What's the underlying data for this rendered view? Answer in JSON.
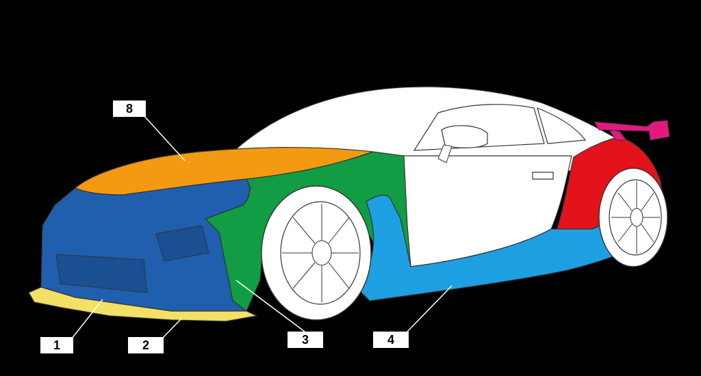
{
  "colors": {
    "background": "#000000",
    "body_outline": "#222222",
    "hood": "#F39A12",
    "front_bumper": "#1F5FAE",
    "front_lip": "#F2E067",
    "front_fender": "#129C44",
    "side_skirt": "#1E9FE2",
    "rear_fender": "#E3121B",
    "wing": "#E4197F",
    "body_white": "#FFFFFF"
  },
  "callouts": [
    {
      "id": "1",
      "text": "1",
      "part_color": "front_bumper"
    },
    {
      "id": "2",
      "text": "2",
      "part_color": "front_lip"
    },
    {
      "id": "3",
      "text": "3",
      "part_color": "front_fender"
    },
    {
      "id": "4",
      "text": "4",
      "part_color": "side_skirt"
    },
    {
      "id": "8",
      "text": "8",
      "part_color": "hood"
    }
  ]
}
